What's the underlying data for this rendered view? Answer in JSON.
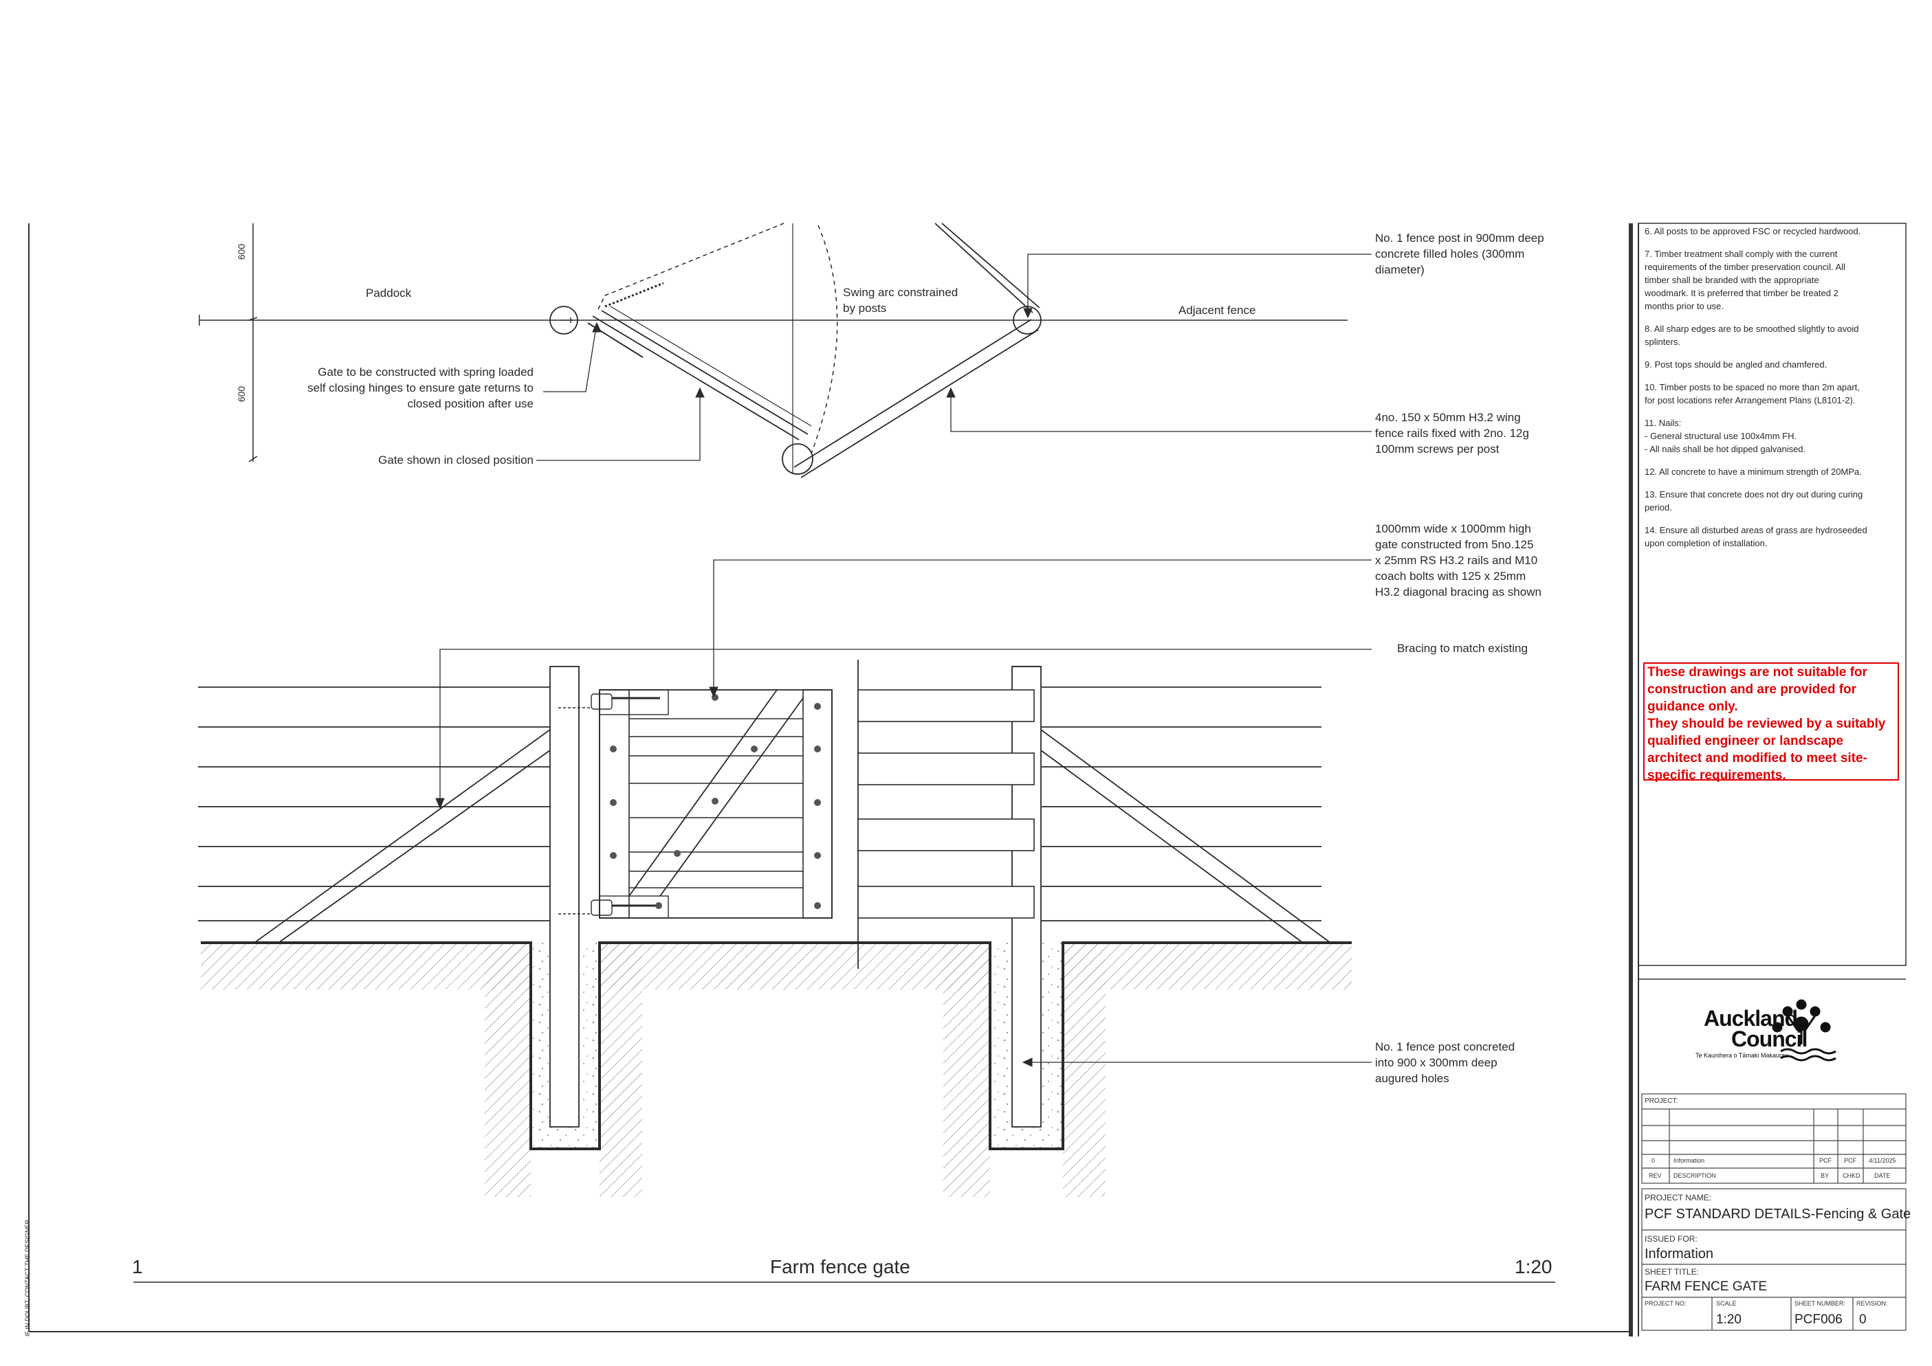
{
  "plan_labels": {
    "dim_top": "600",
    "dim_bottom": "600",
    "paddock": "Paddock",
    "swing_arc": "Swing arc constrained\nby posts",
    "adjacent_fence": "Adjacent fence",
    "hinges_note": "Gate to be constructed with spring loaded\nself closing hinges to ensure gate returns to\nclosed position after use",
    "closed_position": "Gate shown in closed position",
    "post_note": "No. 1 fence post in 900mm deep\nconcrete filled holes (300mm\ndiameter)",
    "wing_rails_note": "4no. 150 x 50mm H3.2 wing\nfence rails fixed with 2no. 12g\n100mm screws per post"
  },
  "elevation_labels": {
    "gate_note": "1000mm wide x 1000mm high\ngate constructed from 5no.125\nx 25mm RS H3.2 rails and M10\ncoach bolts with 125 x 25mm\nH3.2 diagonal bracing as shown",
    "bracing_note": "Bracing to match existing",
    "concrete_note": "No. 1 fence post concreted\ninto 900 x 300mm deep\naugured holes"
  },
  "drawing_title": {
    "number": "1",
    "title": "Farm fence gate",
    "scale": "1:20"
  },
  "side_text": "IF IN DOUBT, CONTACT THE DESIGNER",
  "notes": [
    "6. All posts to be approved FSC or recycled hardwood.",
    "7. Timber treatment shall comply with the current\n    requirements of the timber preservation council. All\n    timber shall be branded with the appropriate\n    woodmark. It is preferred that timber be treated 2\n    months prior to use.",
    "8. All sharp edges are to be smoothed slightly to avoid\n    splinters.",
    "9. Post tops should be angled and chamfered.",
    "10. Timber posts to be spaced no more than 2m apart,\n     for post locations refer Arrangement Plans (L8101-2).",
    "11. Nails:\n     - General structural use 100x4mm FH.\n     - All nails shall be hot dipped galvanised.",
    "12. All concrete to have a minimum strength of 20MPa.",
    "13. Ensure that concrete does not dry out during curing\n     period.",
    "14. Ensure all disturbed areas of grass are hydroseeded\n     upon completion of installation."
  ],
  "warning": "These drawings are not suitable for construction and are provided for guidance only.\nThey should be reviewed by a suitably qualified engineer or landscape architect and modified to meet site-specific requirements.",
  "logo": {
    "line1": "Auckland",
    "line2": "Council",
    "tagline": "Te Kaunihera o Tāmaki Makaurau"
  },
  "title_block": {
    "project_label": "PROJECT:",
    "revision_row": {
      "rev": "0",
      "description": "Information",
      "by": "PCF",
      "chkd": "PCF",
      "date": "4/11/2025"
    },
    "headers": {
      "rev": "REV",
      "description": "DESCRIPTION",
      "by": "BY",
      "chkd": "CHKD",
      "date": "DATE"
    },
    "project_name_label": "PROJECT NAME:",
    "project_name": "PCF STANDARD DETAILS-Fencing & Gate",
    "issued_for_label": "ISSUED FOR:",
    "issued_for": "Information",
    "sheet_title_label": "SHEET TITLE:",
    "sheet_title": "FARM FENCE GATE",
    "project_no_label": "PROJECT NO:",
    "scale_label": "SCALE",
    "scale": "1:20",
    "sheet_number_label": "SHEET NUMBER:",
    "sheet_number": "PCF006",
    "revision_label": "REVISION:",
    "revision": "0"
  }
}
